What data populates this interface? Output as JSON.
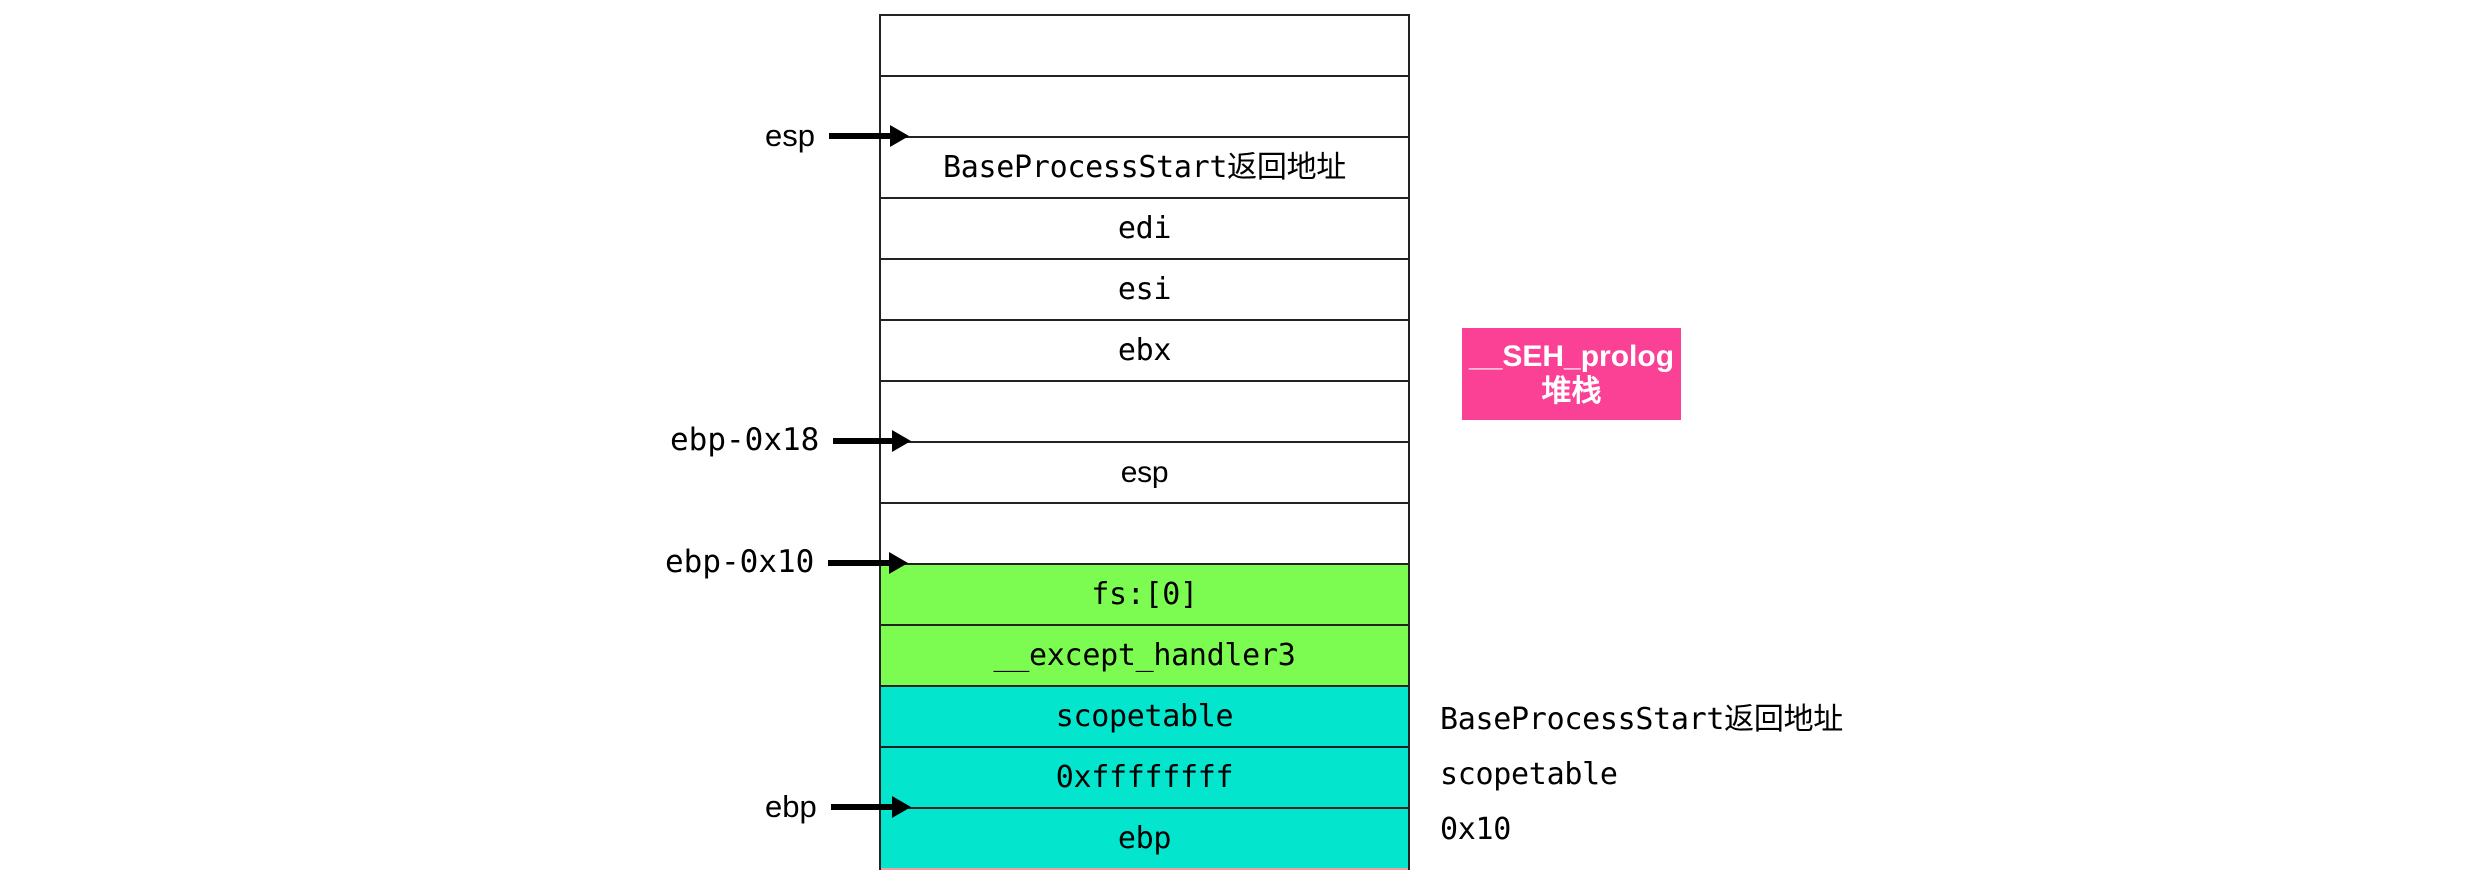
{
  "diagram": {
    "title_hidden": "SEH prolog stack layout",
    "colors": {
      "green": "#7CFC50",
      "cyan": "#04E5CE",
      "pink": "#FA4196",
      "border": "#222222",
      "text": "#000000"
    },
    "stack_rows": [
      {
        "label": "",
        "fill": "none"
      },
      {
        "label": "",
        "fill": "none"
      },
      {
        "label": "BaseProcessStart返回地址",
        "fill": "none"
      },
      {
        "label": "edi",
        "fill": "none"
      },
      {
        "label": "esi",
        "fill": "none"
      },
      {
        "label": "ebx",
        "fill": "none"
      },
      {
        "label": "",
        "fill": "none"
      },
      {
        "label": "esp",
        "fill": "none"
      },
      {
        "label": "",
        "fill": "none"
      },
      {
        "label": "fs:[0]",
        "fill": "green"
      },
      {
        "label": "__except_handler3",
        "fill": "green"
      },
      {
        "label": "scopetable",
        "fill": "cyan"
      },
      {
        "label": "0xffffffff",
        "fill": "cyan"
      },
      {
        "label": "ebp",
        "fill": "cyan"
      }
    ],
    "pointers": [
      {
        "name": "esp",
        "label": "esp",
        "font": "sans"
      },
      {
        "name": "ebp-minus-0x18",
        "label": "ebp-0x18",
        "font": "mono"
      },
      {
        "name": "ebp-minus-0x10",
        "label": "ebp-0x10",
        "font": "mono"
      },
      {
        "name": "ebp",
        "label": "ebp",
        "font": "sans"
      }
    ],
    "callout": {
      "line1": "__SEH_prolog",
      "line2": "堆栈"
    },
    "side_notes": [
      "BaseProcessStart返回地址",
      "scopetable",
      "0x10"
    ]
  }
}
